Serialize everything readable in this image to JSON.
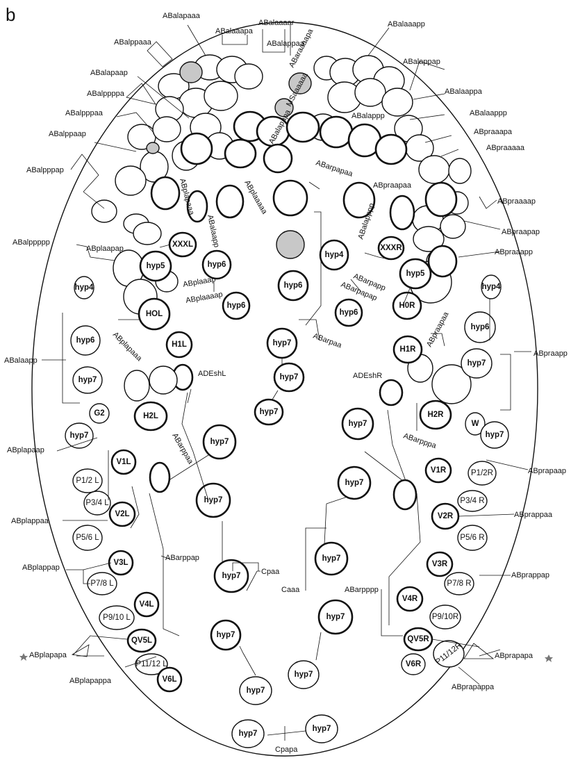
{
  "figure": {
    "panel_letter": "b"
  },
  "inner_cell_labels": {
    "XXXL": "XXXL",
    "XXXR": "XXXR",
    "hyp4": "hyp4",
    "hyp5": "hyp5",
    "hyp6": "hyp6",
    "hyp7": "hyp7",
    "HOL": "HOL",
    "H0R": "H0R",
    "H1L": "H1L",
    "H1R": "H1R",
    "H2L": "H2L",
    "H2R": "H2R",
    "G2": "G2",
    "W": "W",
    "V1L": "V1L",
    "V1R": "V1R",
    "V2L": "V2L",
    "V2R": "V2R",
    "V3L": "V3L",
    "V3R": "V3R",
    "V4L": "V4L",
    "V4R": "V4R",
    "V6L": "V6L",
    "V6R": "V6R",
    "QV5L": "QV5L",
    "QV5R": "QV5R",
    "P1_2L": "P1/2 L",
    "P1_2R": "P1/2R",
    "P3_4L": "P3/4 L",
    "P3_4R": "P3/4 R",
    "P5_6L": "P5/6 L",
    "P5_6R": "P5/6 R",
    "P7_8L": "P7/8 L",
    "P7_8R": "P7/8 R",
    "P9_10L": "P9/10 L",
    "P9_10R": "P9/10R",
    "P11_12L": "P11/12 L",
    "P11_12R": "P11/12R"
  },
  "lineage_labels": {
    "ABalapaaa": "ABalapaaa",
    "ABalaaapa": "ABalaaapa",
    "ABalaaaar": "ABalaaaar",
    "ABalaaapp": "ABalaaapp",
    "ABalppaaa": "ABalppaaa",
    "ABalappaa": "ABalappaa",
    "ABaraaaapa": "ABaraaaapa",
    "ABalappap": "ABalappap",
    "ABalapaap": "ABalapaap",
    "MSaaaaaa": "MSaaaaaa",
    "ABalaappa": "ABalaappa",
    "ABalppppa": "ABalppppa",
    "ABalappp": "ABalappp",
    "ABalaappp": "ABalaappp",
    "ABalpppaa": "ABalpppaa",
    "ABalapapa": "ABalapapa",
    "ABpraaapa": "ABpraaapa",
    "ABalppaap": "ABalppaap",
    "ABpraaaaa": "ABpraaaaa",
    "ABalpppap": "ABalpppap",
    "ABplapaaa": "ABplapaaa",
    "ABplaaaaa": "ABplaaaaa",
    "ABarpapaa": "ABarpapaa",
    "ABpraapaa": "ABpraapaa",
    "ABpraaaap": "ABpraaaap",
    "ABalaapp": "ABalaapp",
    "ABalapppp": "ABalapppp",
    "ABpraapap": "ABpraapap",
    "ABalppppp": "ABalppppp",
    "ABplaapap": "ABplaapap",
    "ABpraaapp": "ABpraaapp",
    "ABplaaap": "ABplaaap",
    "ABplaaaap": "ABplaaaap",
    "ABarpapp": "ABarpapp",
    "ABarpapap": "ABarpapap",
    "ABarpaa": "ABarpaa",
    "ABplapaaa2": "ABplapaaa",
    "ABpraapaaa": "ABpraapaa",
    "ABalaapp_side": "ABalaapp",
    "ABpraapp": "ABpraapp",
    "ADEshL": "ADEshL",
    "ADEshR": "ADEshR",
    "ABarppaa": "ABarppaa",
    "ABarpppa": "ABarpppa",
    "ABplapaap": "ABplapaap",
    "ABprapaap": "ABprapaap",
    "ABplappaa": "ABplappaa",
    "ABprappaa": "ABprappaa",
    "ABarppap": "ABarppap",
    "ABplappap": "ABplappap",
    "ABprappap": "ABprappap",
    "Cpaa": "Cpaa",
    "Caaa": "Caaa",
    "ABarpppp": "ABarpppp",
    "ABplapapa": "ABplapapa",
    "ABprapapa": "ABprapapa",
    "ABplapappa": "ABplapappa",
    "ABprapappa": "ABprapappa",
    "Cpapa": "Cpapa"
  }
}
